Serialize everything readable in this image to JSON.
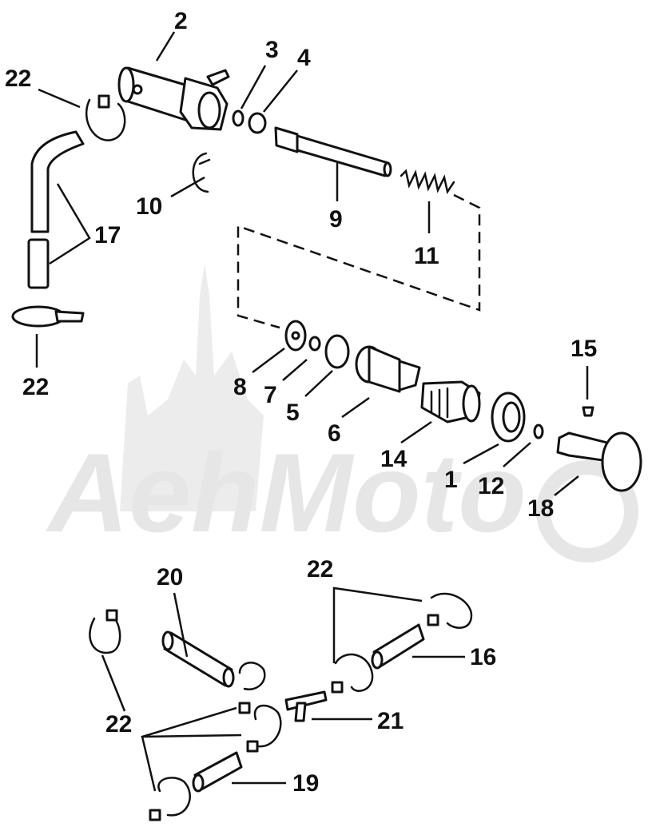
{
  "watermark": {
    "text": "AehMoto"
  },
  "callouts": {
    "c1": "1",
    "c2": "2",
    "c3": "3",
    "c4": "4",
    "c5": "5",
    "c6": "6",
    "c7": "7",
    "c8": "8",
    "c9": "9",
    "c10": "10",
    "c11": "11",
    "c12": "12",
    "c14": "14",
    "c15": "15",
    "c16": "16",
    "c17": "17",
    "c18": "18",
    "c19": "19",
    "c20": "20",
    "c21": "21",
    "c22a": "22",
    "c22b": "22",
    "c22c": "22",
    "c22d": "22"
  }
}
